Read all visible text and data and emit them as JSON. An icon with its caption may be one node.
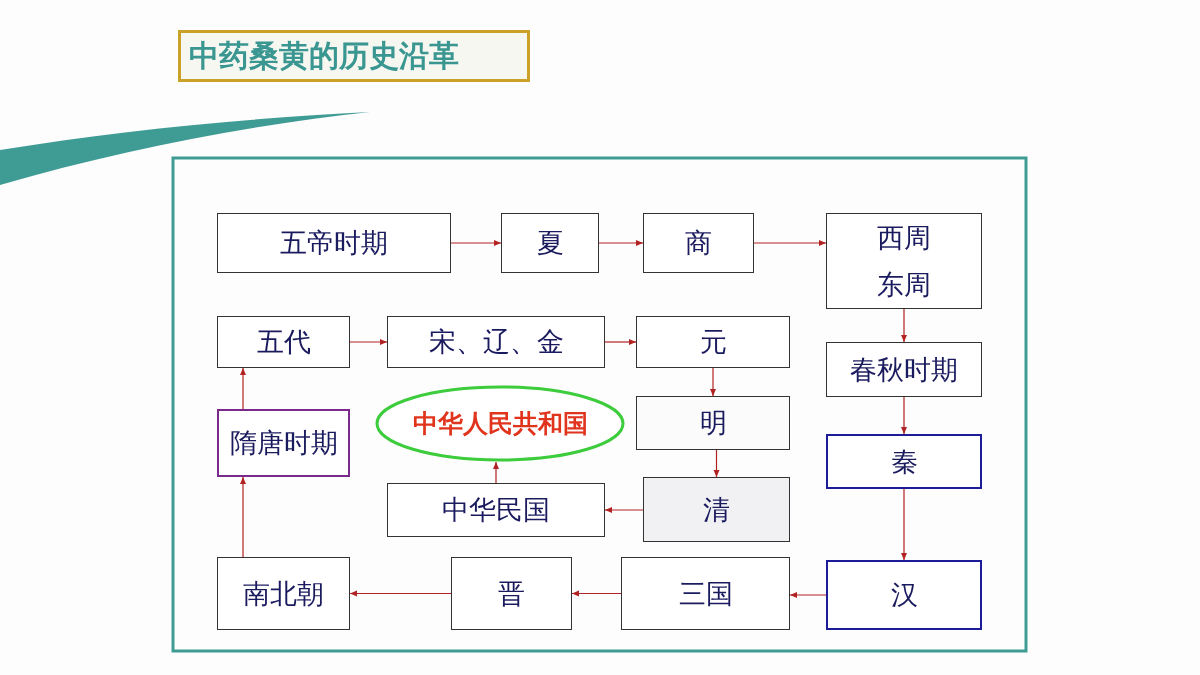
{
  "diagram": {
    "title": "中药桑黄的历史沿革",
    "nodes": [
      {
        "text": [
          "五帝时期"
        ]
      },
      {
        "text": [
          "夏"
        ]
      },
      {
        "text": [
          "商"
        ]
      },
      {
        "text": [
          "西周",
          "东周"
        ]
      },
      {
        "text": [
          "春秋时期"
        ]
      },
      {
        "text": [
          "秦"
        ]
      },
      {
        "text": [
          "汉"
        ]
      },
      {
        "text": [
          "三国"
        ]
      },
      {
        "text": [
          "晋"
        ]
      },
      {
        "text": [
          "南北朝"
        ]
      },
      {
        "text": [
          "隋唐时期"
        ]
      },
      {
        "text": [
          "五代"
        ]
      },
      {
        "text": [
          "宋、辽、金"
        ]
      },
      {
        "text": [
          "元"
        ]
      },
      {
        "text": [
          "明"
        ]
      },
      {
        "text": [
          "清"
        ]
      },
      {
        "text": [
          "中华民国"
        ]
      },
      {
        "text": [
          "中华人民共和国"
        ]
      }
    ],
    "edges": [
      {
        "from": 0,
        "to": 1,
        "arrow": "to"
      },
      {
        "from": 1,
        "to": 2,
        "arrow": "to"
      },
      {
        "from": 2,
        "to": 3,
        "arrow": "to"
      },
      {
        "from": 3,
        "to": 4,
        "arrow": "to"
      },
      {
        "from": 4,
        "to": 5,
        "arrow": "to"
      },
      {
        "from": 5,
        "to": 6,
        "arrow": "to"
      },
      {
        "from": 6,
        "to": 7,
        "arrow": "to"
      },
      {
        "from": 7,
        "to": 8,
        "arrow": "to"
      },
      {
        "from": 8,
        "to": 9,
        "arrow": "to"
      },
      {
        "from": 9,
        "to": 10,
        "arrow": "to"
      },
      {
        "from": 10,
        "to": 11,
        "arrow": "to"
      },
      {
        "from": 11,
        "to": 12,
        "arrow": "to"
      },
      {
        "from": 12,
        "to": 13,
        "arrow": "to"
      },
      {
        "from": 13,
        "to": 14,
        "arrow": "to"
      },
      {
        "from": 14,
        "to": 15,
        "arrow": "to"
      },
      {
        "from": 15,
        "to": 16,
        "arrow": "to"
      },
      {
        "from": 16,
        "to": 17,
        "arrow": "to"
      }
    ]
  }
}
